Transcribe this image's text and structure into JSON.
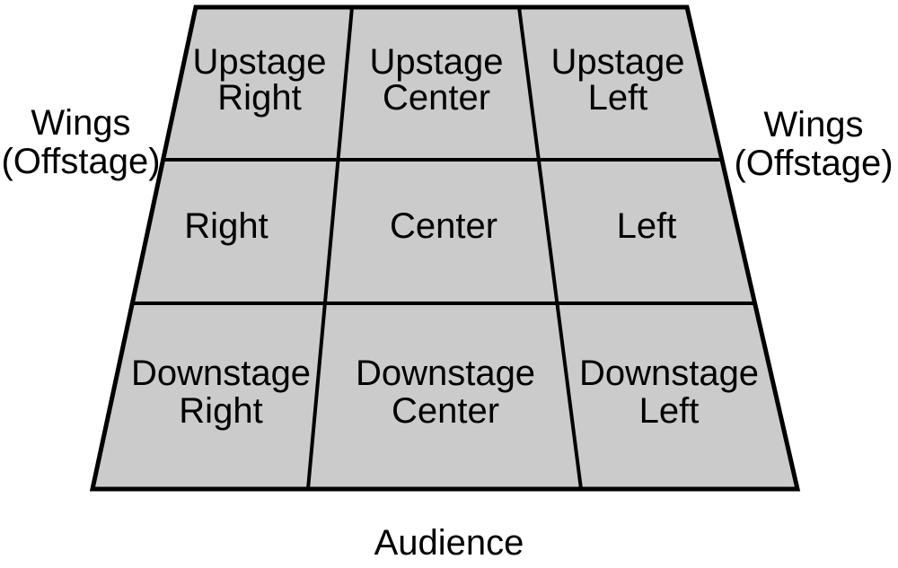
{
  "diagram": {
    "type": "stage-directions-diagram",
    "colors": {
      "stage_fill": "#cbcbcb",
      "line": "#000000",
      "text": "#000000",
      "background": "#ffffff"
    },
    "stage_cells": {
      "upstage_right": {
        "line1": "Upstage",
        "line2": "Right"
      },
      "upstage_center": {
        "line1": "Upstage",
        "line2": "Center"
      },
      "upstage_left": {
        "line1": "Upstage",
        "line2": "Left"
      },
      "middle_right": {
        "label": "Right"
      },
      "middle_center": {
        "label": "Center"
      },
      "middle_left": {
        "label": "Left"
      },
      "downstage_right": {
        "line1": "Downstage",
        "line2": "Right"
      },
      "downstage_center": {
        "line1": "Downstage",
        "line2": "Center"
      },
      "downstage_left": {
        "line1": "Downstage",
        "line2": "Left"
      }
    },
    "wings_left": {
      "line1": "Wings",
      "line2": "(Offstage)"
    },
    "wings_right": {
      "line1": "Wings",
      "line2": "(Offstage)"
    },
    "audience_label": "Audience"
  }
}
